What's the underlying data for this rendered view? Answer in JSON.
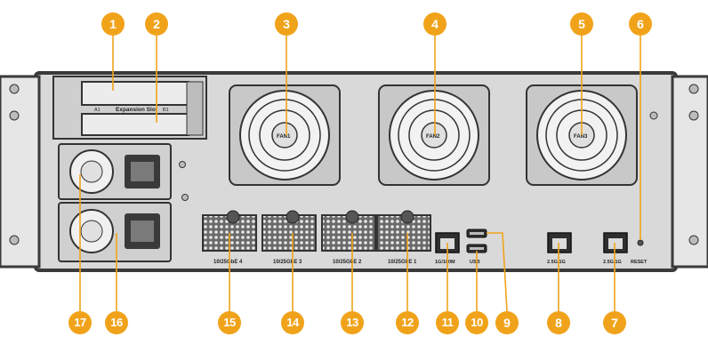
{
  "colors": {
    "callout": "#f0a31a",
    "chassis_dark": "#3d3d3d",
    "chassis_light": "#d8d8d8"
  },
  "callouts": [
    "1",
    "2",
    "3",
    "4",
    "5",
    "6",
    "7",
    "8",
    "9",
    "10",
    "11",
    "12",
    "13",
    "14",
    "15",
    "16",
    "17"
  ],
  "labels": {
    "expansion_slot": "Expansion Slot",
    "slot_a": "A1",
    "slot_b": "B1",
    "fan_1": "FAN1",
    "fan_2": "FAN2",
    "fan_3": "FAN3",
    "reset": "RESET",
    "lan_1": "2.5G/1G",
    "lan_2": "2.5G/1G",
    "lan_3": "1G/100M",
    "usb": "USB",
    "sfp_4": "10/25GbE 4",
    "sfp_3": "10/25GbE 3",
    "sfp_2": "10/25GbE 2",
    "sfp_1": "10/25GbE 1"
  }
}
